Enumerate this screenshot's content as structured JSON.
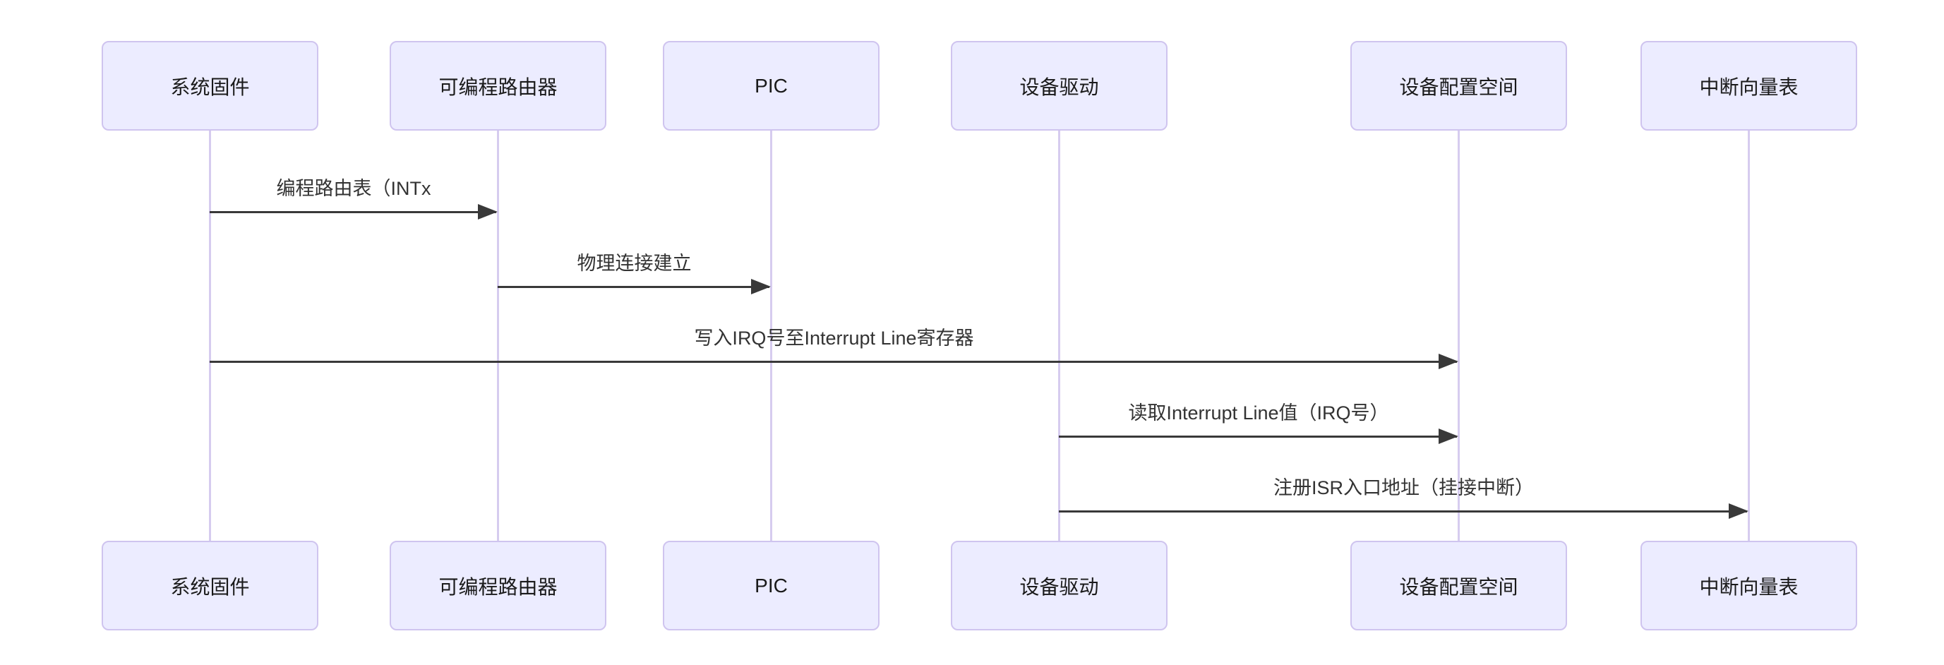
{
  "diagram": {
    "type": "sequence-diagram",
    "actors": [
      {
        "label": "系统固件"
      },
      {
        "label": "可编程路由器"
      },
      {
        "label": "PIC"
      },
      {
        "label": "设备驱动"
      },
      {
        "label": "设备配置空间"
      },
      {
        "label": "中断向量表"
      }
    ],
    "messages": [
      {
        "label": "编程路由表（INTx",
        "from": "系统固件",
        "to": "可编程路由器",
        "line": "solid",
        "arrow": "filled"
      },
      {
        "label": "物理连接建立",
        "from": "可编程路由器",
        "to": "PIC",
        "line": "solid",
        "arrow": "filled"
      },
      {
        "label": "写入IRQ号至Interrupt Line寄存器",
        "from": "系统固件",
        "to": "设备配置空间",
        "line": "solid",
        "arrow": "filled"
      },
      {
        "label": "读取Interrupt Line值（IRQ号）",
        "from": "设备驱动",
        "to": "设备配置空间",
        "line": "solid",
        "arrow": "filled"
      },
      {
        "label": "注册ISR入口地址（挂接中断）",
        "from": "设备驱动",
        "to": "中断向量表",
        "line": "solid",
        "arrow": "filled"
      }
    ]
  },
  "colors": {
    "actor-fill": "#ECECFF",
    "actor-border": "#CFC4EF",
    "lifeline": "#D6CCEF",
    "arrow": "#393939",
    "message-text": "#333333",
    "actor-text": "#1a1a1a",
    "background": "#ffffff"
  }
}
